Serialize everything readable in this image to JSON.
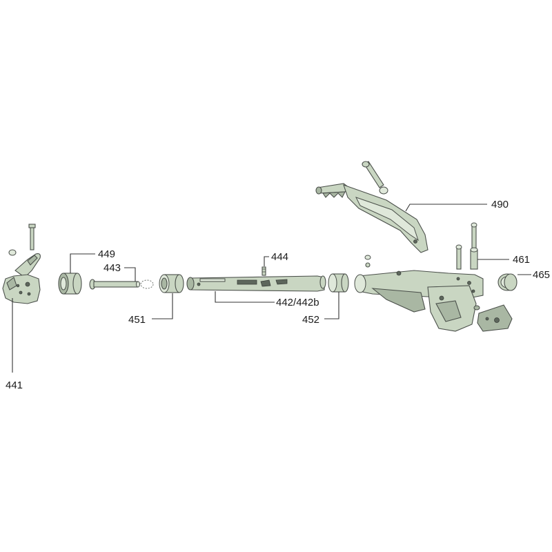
{
  "parts": [
    {
      "id": "441",
      "label": "441"
    },
    {
      "id": "449",
      "label": "449"
    },
    {
      "id": "443",
      "label": "443"
    },
    {
      "id": "451",
      "label": "451"
    },
    {
      "id": "444",
      "label": "444"
    },
    {
      "id": "442",
      "label": "442/442b"
    },
    {
      "id": "452",
      "label": "452"
    },
    {
      "id": "490",
      "label": "490"
    },
    {
      "id": "461",
      "label": "461"
    },
    {
      "id": "465",
      "label": "465"
    }
  ],
  "colors": {
    "part_fill": "#c9d6c2",
    "part_outline": "#4a4f4a",
    "lead_line": "#333333"
  }
}
